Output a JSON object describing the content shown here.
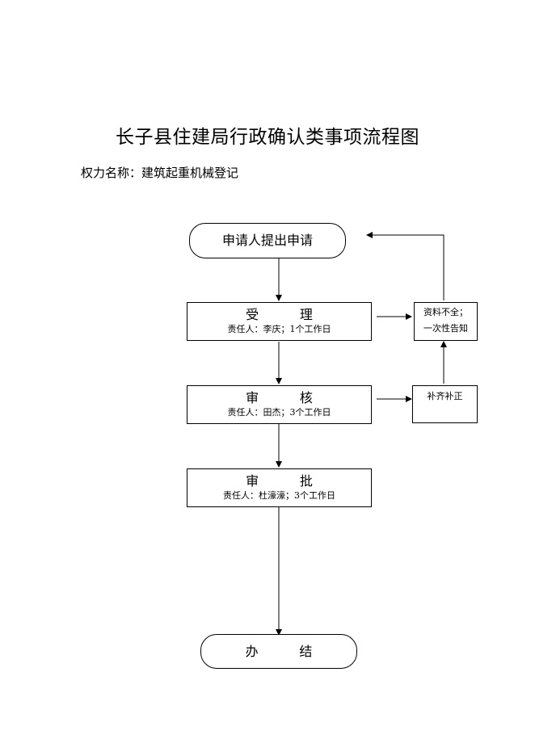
{
  "title": "长子县住建局行政确认类事项流程图",
  "power": {
    "label": "权力名称：",
    "value": "建筑起重机械登记"
  },
  "nodes": {
    "start": "申请人提出申请",
    "accept": {
      "title": "受          理",
      "sub": "责任人：李庆；1个工作日"
    },
    "review": {
      "title": "审          核",
      "sub": "责任人：田杰；3个工作日"
    },
    "approve": {
      "title": "审          批",
      "sub": "责任人：杜濠濠；3个工作日"
    },
    "end": "办          结"
  },
  "side": {
    "incomplete": [
      "资料不全；",
      "一次性告知"
    ],
    "supplement": "补齐补正"
  }
}
